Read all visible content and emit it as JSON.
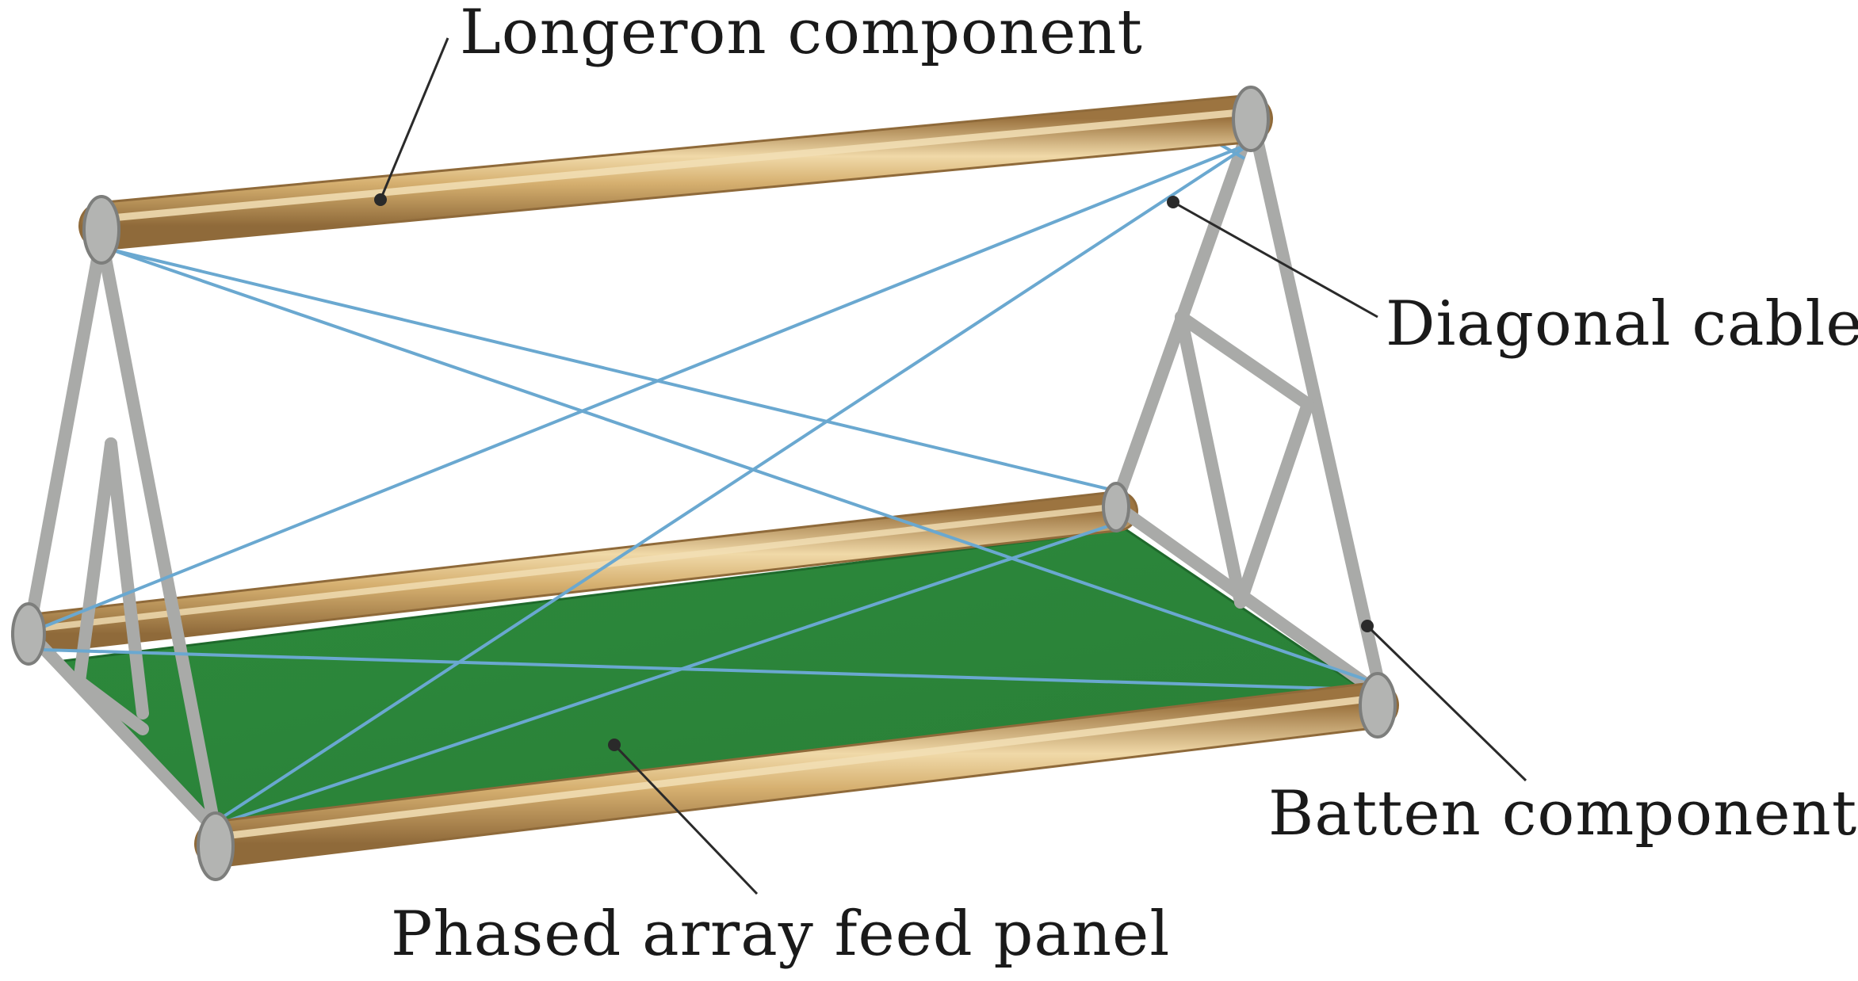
{
  "figure": {
    "labels": {
      "longeron": "Longeron component",
      "diagonal_cable": "Diagonal cable",
      "batten": "Batten component",
      "feed_panel": "Phased array feed panel"
    }
  },
  "colors": {
    "longeron": "#d6b070",
    "longeron_highlight": "#f2dcae",
    "longeron_shadow": "#9c7440",
    "batten": "#a9aaa8",
    "batten_dark": "#7d7e7c",
    "cable": "#6aa8d0",
    "panel": "#2e8a3e",
    "panel_edge": "#1f6a2c",
    "leader": "#2a2a2a"
  }
}
